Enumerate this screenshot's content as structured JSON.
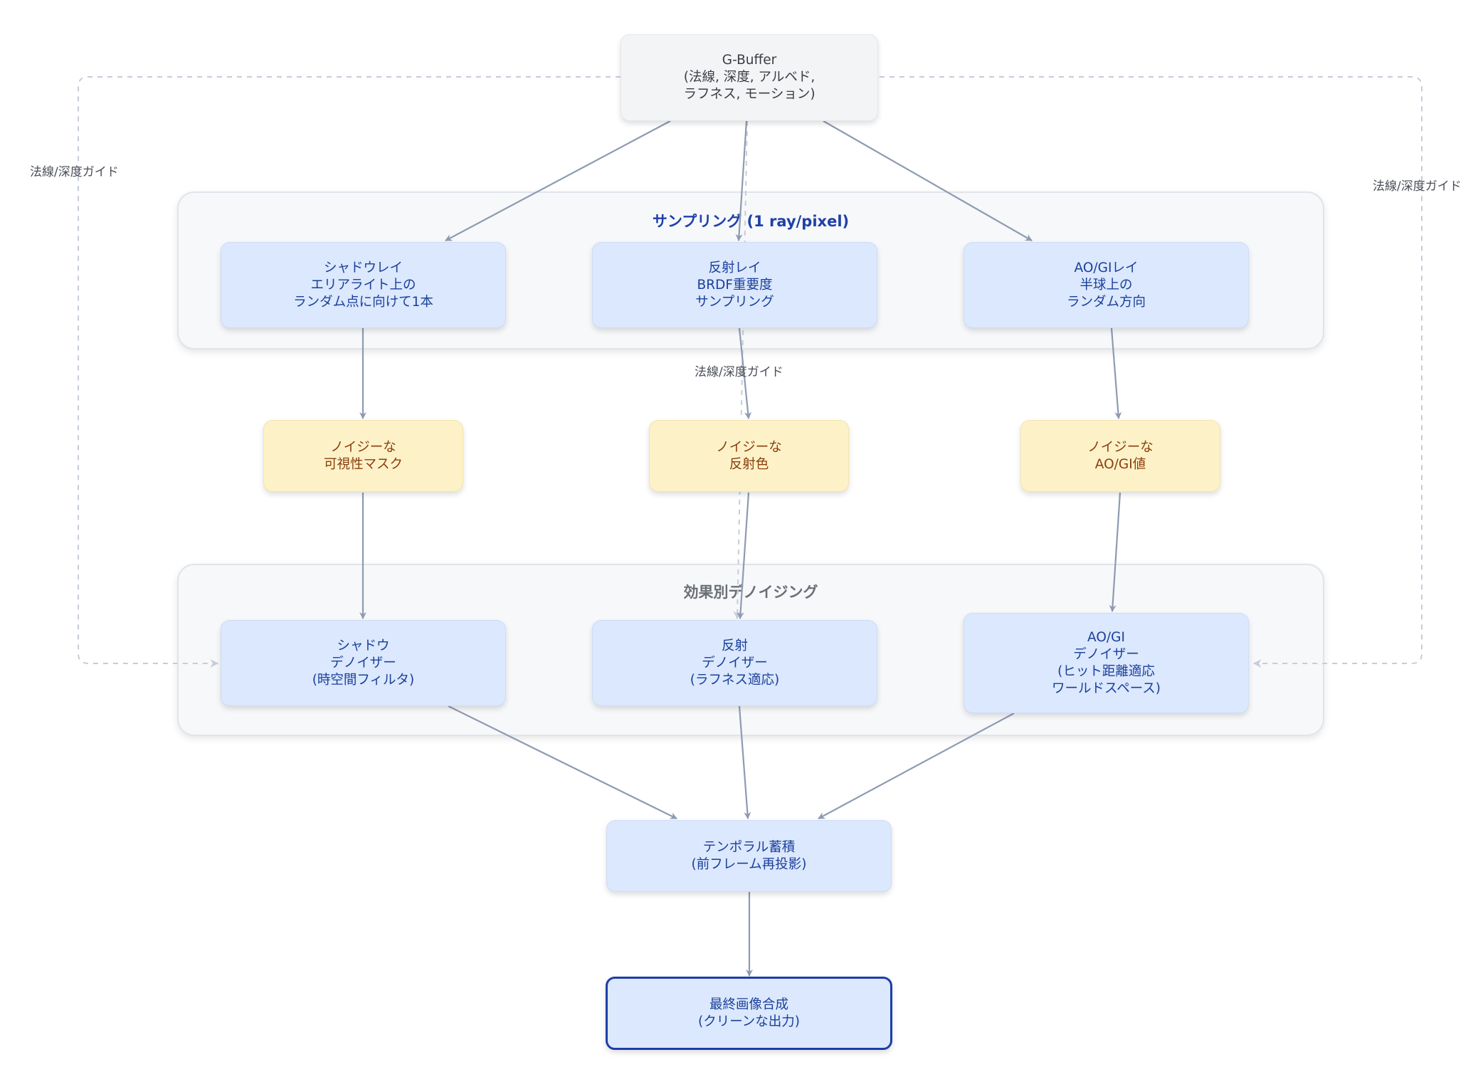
{
  "colors": {
    "arrow": "#8d9bb2",
    "dashed": "#c5ccda",
    "group_title_sampling": "#1f40a8",
    "group_title_denoise": "#6b6f78"
  },
  "groups": {
    "sampling": {
      "title": "サンプリング (1 ray/pixel)"
    },
    "denoising": {
      "title": "効果別デノイジング"
    }
  },
  "nodes": {
    "gbuffer": {
      "lines": [
        "G-Buffer",
        "(法線, 深度, アルベド,",
        "ラフネス, モーション)"
      ]
    },
    "shadow_ray": {
      "lines": [
        "シャドウレイ",
        "エリアライト上の",
        "ランダム点に向けて1本"
      ]
    },
    "reflection_ray": {
      "lines": [
        "反射レイ",
        "BRDF重要度",
        "サンプリング"
      ]
    },
    "aogi_ray": {
      "lines": [
        "AO/GIレイ",
        "半球上の",
        "ランダム方向"
      ]
    },
    "noisy_visibility": {
      "lines": [
        "ノイジーな",
        "可視性マスク"
      ]
    },
    "noisy_reflection": {
      "lines": [
        "ノイジーな",
        "反射色"
      ]
    },
    "noisy_aogi": {
      "lines": [
        "ノイジーな",
        "AO/GI値"
      ]
    },
    "shadow_denoiser": {
      "lines": [
        "シャドウ",
        "デノイザー",
        "(時空間フィルタ)"
      ]
    },
    "reflection_denoiser": {
      "lines": [
        "反射",
        "デノイザー",
        "(ラフネス適応)"
      ]
    },
    "aogi_denoiser": {
      "lines": [
        "AO/GI",
        "デノイザー",
        "(ヒット距離適応",
        "ワールドスペース)"
      ]
    },
    "temporal": {
      "lines": [
        "テンポラル蓄積",
        "(前フレーム再投影)"
      ]
    },
    "final": {
      "lines": [
        "最終画像合成",
        "(クリーンな出力)"
      ]
    }
  },
  "edge_labels": {
    "guide_left": "法線/深度ガイド",
    "guide_center": "法線/深度ガイド",
    "guide_right": "法線/深度ガイド"
  }
}
